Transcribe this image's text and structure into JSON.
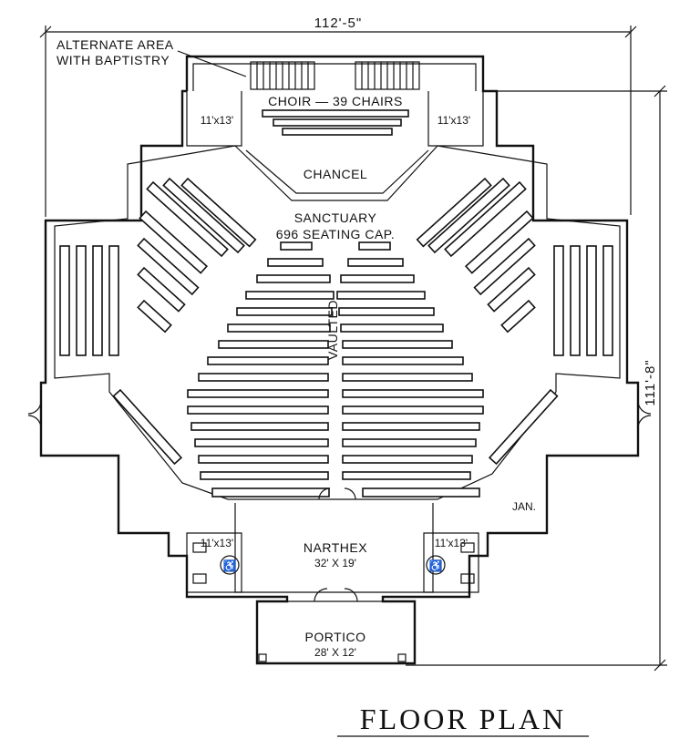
{
  "dimensions": {
    "width_label": "112'-5\"",
    "depth_label": "111'-8\""
  },
  "labels": {
    "alternate_line1": "ALTERNATE AREA",
    "alternate_line2": "WITH BAPTISTRY",
    "choir": "CHOIR — 39 CHAIRS",
    "room_left": "11'x13'",
    "room_right": "11'x13'",
    "chancel": "CHANCEL",
    "sanctuary": "SANCTUARY",
    "seating": "696 SEATING CAP.",
    "vaulted": "VAULTED",
    "narthex": "NARTHEX",
    "narthex_size": "32' X 19'",
    "restroom_left": "11'x13'",
    "restroom_right": "11'x13'",
    "jan": "JAN.",
    "portico": "PORTICO",
    "portico_size": "28' X 12'",
    "title": "FLOOR PLAN"
  }
}
